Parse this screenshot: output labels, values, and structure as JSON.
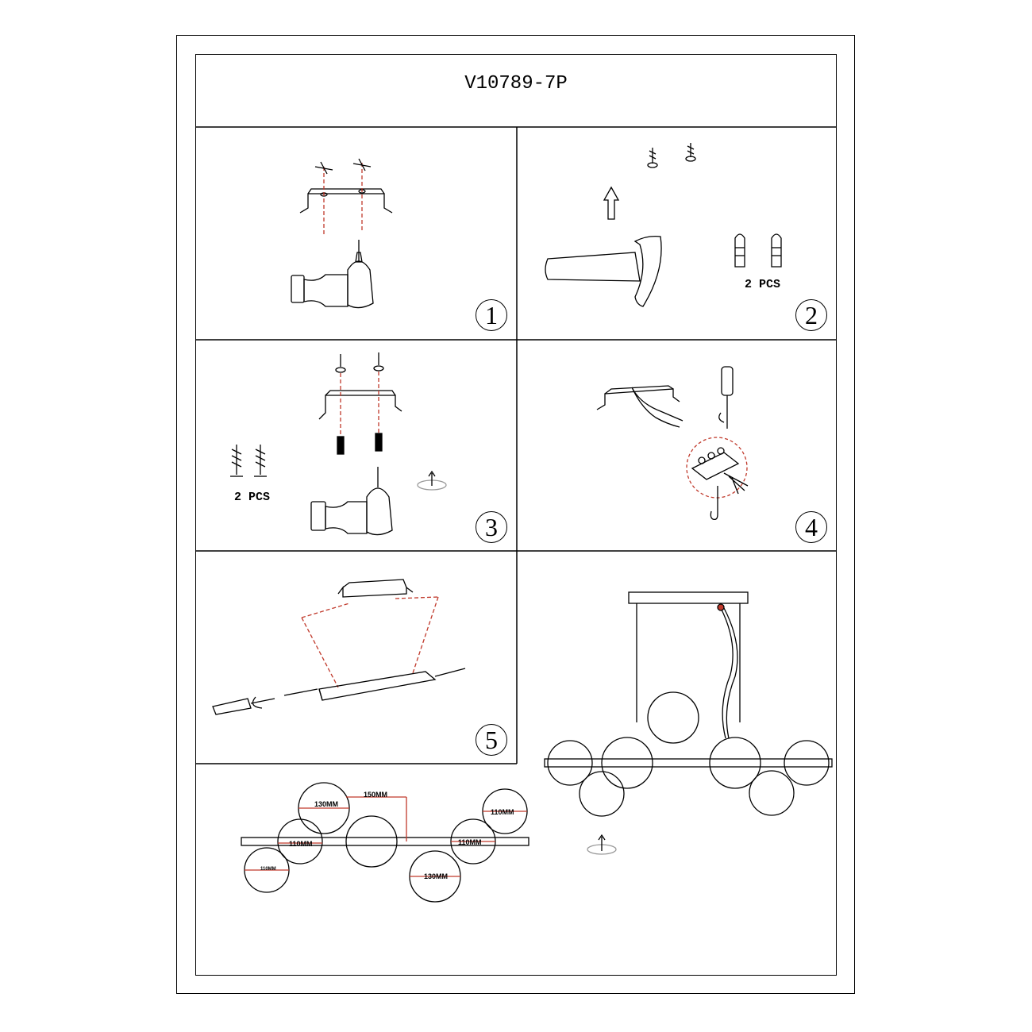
{
  "document": {
    "model": "V10789-7P"
  },
  "steps": [
    {
      "number": "1"
    },
    {
      "number": "2",
      "quantity_label": "2 PCS"
    },
    {
      "number": "3",
      "quantity_label": "2 PCS"
    },
    {
      "number": "4"
    },
    {
      "number": "5"
    }
  ],
  "dimensions": {
    "globe_a": "130MM",
    "spacing": "150MM",
    "globe_b": "110MM",
    "globe_c": "110MM",
    "globe_d": "110MM",
    "globe_e": "130MM",
    "globe_f": "110MM"
  },
  "colors": {
    "line": "#000000",
    "guide": "#c0392b"
  }
}
